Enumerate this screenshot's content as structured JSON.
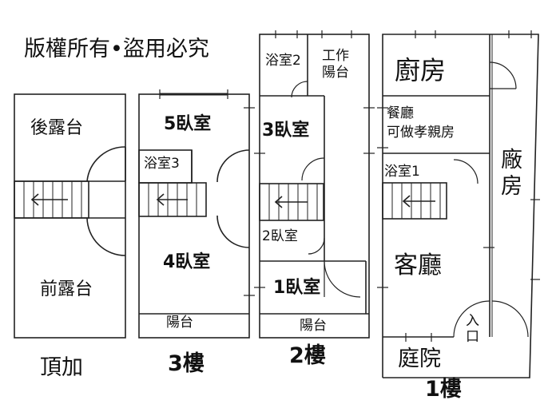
{
  "copyright": "版權所有•盜用必究",
  "floors": {
    "rooftop": {
      "label": "頂加",
      "rooms": {
        "rear_terrace": "後露台",
        "front_terrace": "前露台"
      }
    },
    "third": {
      "label": "3樓",
      "rooms": {
        "bedroom5": "5臥室",
        "bath3": "浴室3",
        "bedroom4": "4臥室",
        "balcony": "陽台"
      }
    },
    "second": {
      "label": "2樓",
      "rooms": {
        "bath2": "浴室2",
        "work_balcony": "工作\n陽台",
        "bedroom3": "3臥室",
        "bedroom2": "2臥室",
        "bedroom1": "1臥室",
        "balcony": "陽台"
      }
    },
    "first": {
      "label": "1樓",
      "rooms": {
        "kitchen": "廚房",
        "dining": "餐廳",
        "dining_note": "可做孝親房",
        "bath1": "浴室1",
        "living": "客廳",
        "factory": "廠房",
        "entrance": "入口",
        "courtyard": "庭院"
      }
    }
  }
}
